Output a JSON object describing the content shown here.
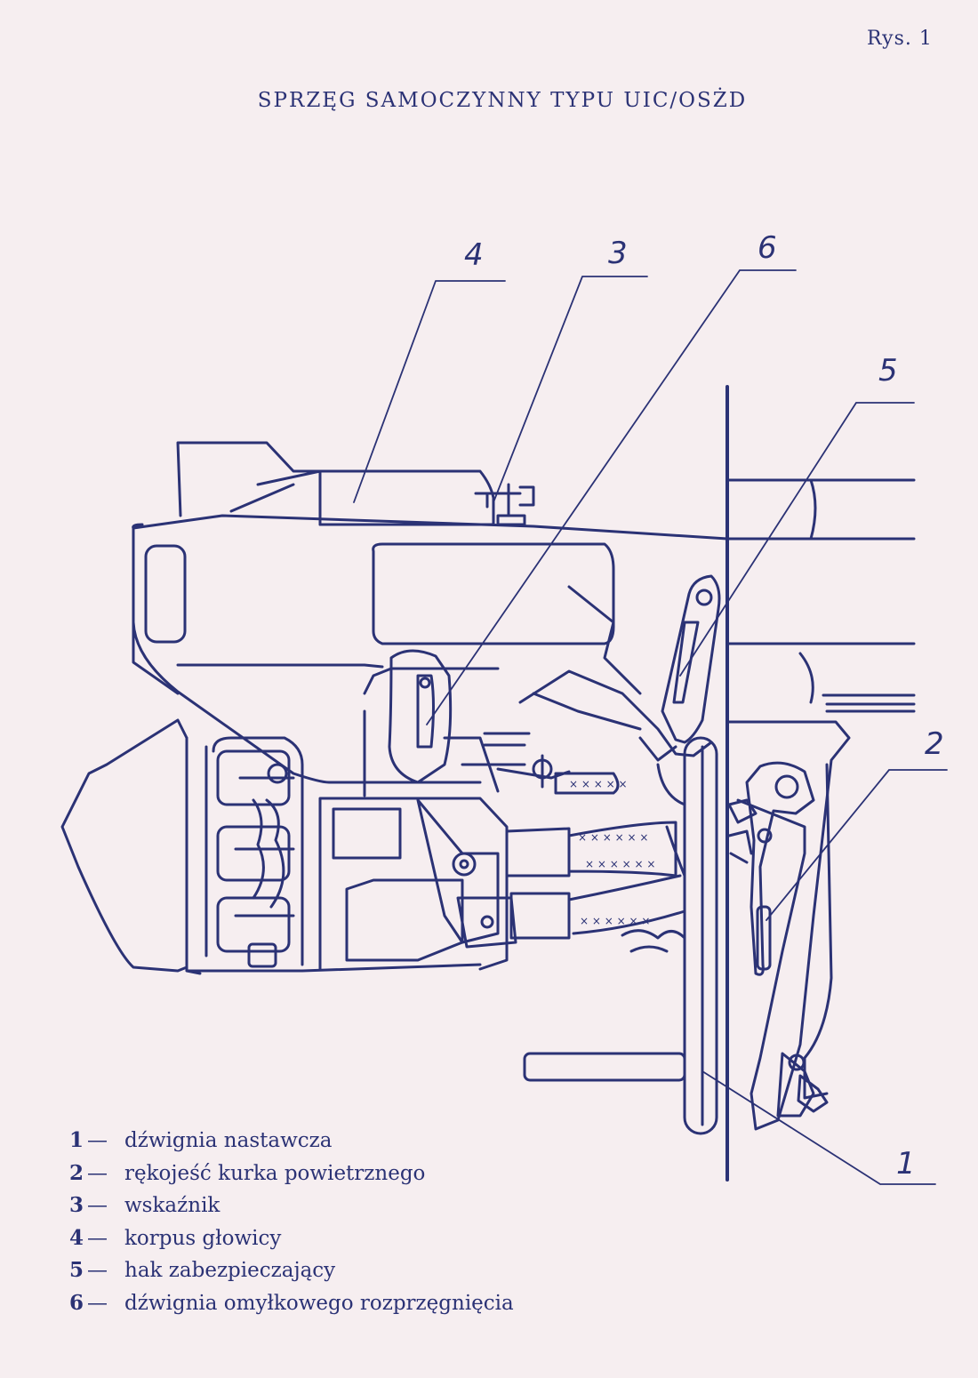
{
  "figure_number": "Rys. 1",
  "title": "SPRZĘG SAMOCZYNNY TYPU UIC/OSŻD",
  "callouts": [
    "4",
    "3",
    "6",
    "5",
    "2",
    "1"
  ],
  "legend": [
    {
      "num": "1",
      "dash": "—",
      "text": "dźwignia nastawcza"
    },
    {
      "num": "2",
      "dash": "—",
      "text": "rękojeść kurka powietrznego"
    },
    {
      "num": "3",
      "dash": "—",
      "text": "wskaźnik"
    },
    {
      "num": "4",
      "dash": "—",
      "text": "korpus głowicy"
    },
    {
      "num": "5",
      "dash": "—",
      "text": "hak zabezpieczający"
    },
    {
      "num": "6",
      "dash": "—",
      "text": "dźwignia omyłkowego rozprzęgnięcia"
    }
  ],
  "colors": {
    "ink": "#2b3275",
    "paper": "#f6eef0"
  }
}
